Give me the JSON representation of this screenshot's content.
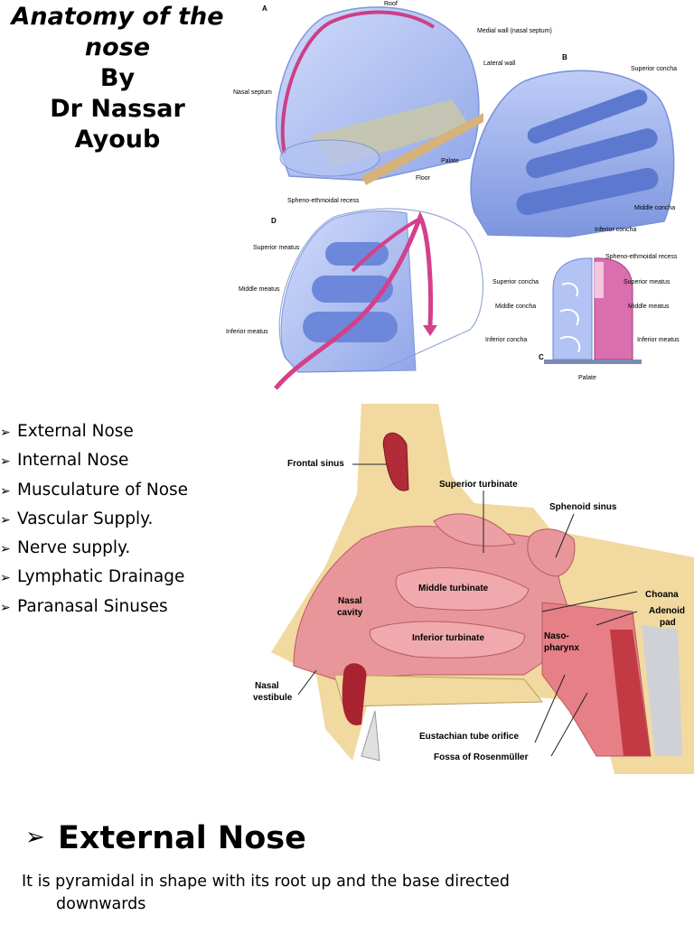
{
  "title": {
    "line1": "Anatomy of the",
    "line2": "nose",
    "line3": "By",
    "line4": "Dr Nassar",
    "line5": "Ayoub"
  },
  "figure_top": {
    "panel_a": "A",
    "panel_b": "B",
    "panel_c": "C",
    "panel_d": "D",
    "roof": "Roof",
    "medial_wall": "Medial wall (nasal septum)",
    "lateral_wall": "Lateral wall",
    "nasal_septum": "Nasal septum",
    "palate": "Palate",
    "floor": "Floor",
    "superior_concha": "Superior concha",
    "middle_concha": "Middle concha",
    "inferior_concha": "Inferior concha",
    "spheno_ethmoidal_recess": "Spheno-ethmoidal recess",
    "superior_meatus": "Superior meatus",
    "middle_meatus": "Middle meatus",
    "inferior_meatus": "Inferior meatus",
    "c_superior_concha": "Superior concha",
    "c_middle_concha": "Middle concha",
    "c_inferior_concha": "Inferior concha",
    "c_spheno": "Spheno-ethmoidal recess",
    "c_superior_meatus": "Superior meatus",
    "c_middle_meatus": "Middle meatus",
    "c_inferior_meatus": "Inferior meatus",
    "c_palate": "Palate"
  },
  "figure_sagittal": {
    "frontal_sinus": "Frontal sinus",
    "superior_turbinate": "Superior turbinate",
    "sphenoid_sinus": "Sphenoid sinus",
    "middle_turbinate": "Middle turbinate",
    "nasal_cavity_1": "Nasal",
    "nasal_cavity_2": "cavity",
    "choana": "Choana",
    "adenoid_1": "Adenoid",
    "adenoid_2": "pad",
    "inferior_turbinate": "Inferior turbinate",
    "naso_1": "Naso-",
    "naso_2": "pharynx",
    "vestibule_1": "Nasal",
    "vestibule_2": "vestibule",
    "eustachian": "Eustachian tube orifice",
    "rosenmuller": "Fossa of Rosenmüller"
  },
  "bullets": [
    "External Nose",
    "Internal Nose",
    "Musculature of Nose",
    "Vascular Supply.",
    "Nerve supply.",
    "Lymphatic Drainage",
    "Paranasal Sinuses"
  ],
  "section": {
    "heading": "External Nose",
    "para_line1": "It is pyramidal in shape with its root up and the base directed",
    "para_line2": "downwards"
  },
  "colors": {
    "blue": "#8fa8ea",
    "pink": "#e8969a",
    "bone": "#f1d9a0",
    "magenta": "#d4408a"
  }
}
